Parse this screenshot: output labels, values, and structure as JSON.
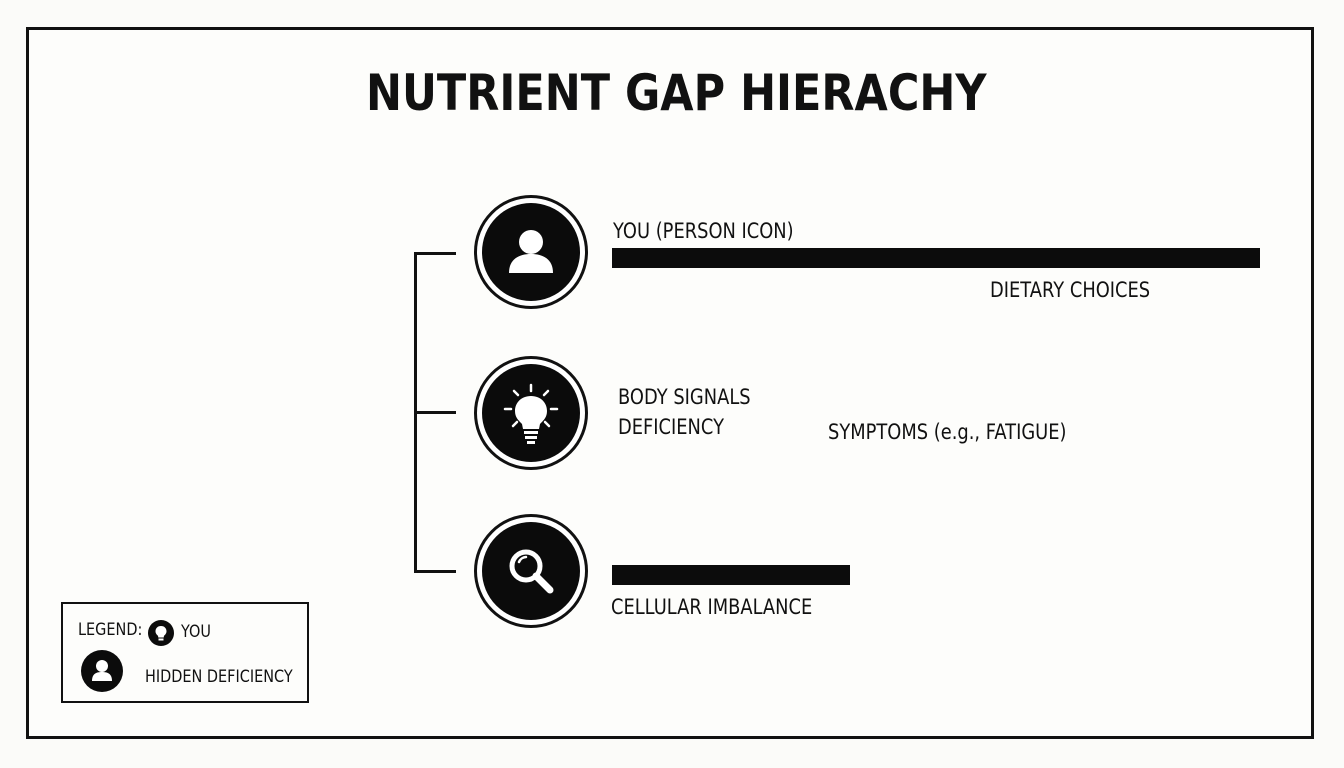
{
  "title": "NUTRIENT GAP HIERACHY",
  "levels": [
    {
      "icon": "person-icon",
      "label": "YOU (PERSON ICON)",
      "note": "DIETARY CHOICES"
    },
    {
      "icon": "lightbulb-icon",
      "label_line1": "BODY SIGNALS",
      "label_line2": "DEFICIENCY",
      "note": "SYMPTOMS (e.g., FATIGUE)"
    },
    {
      "icon": "magnifier-icon",
      "label": "CELLULAR IMBALANCE"
    }
  ],
  "legend": {
    "heading": "LEGEND:",
    "items": [
      {
        "icon": "lightbulb-icon",
        "label": "YOU"
      },
      {
        "icon": "person-icon",
        "label": "HIDDEN DEFICIENCY"
      }
    ]
  },
  "colors": {
    "ink": "#0b0b0b",
    "paper": "#fdfdfb"
  }
}
